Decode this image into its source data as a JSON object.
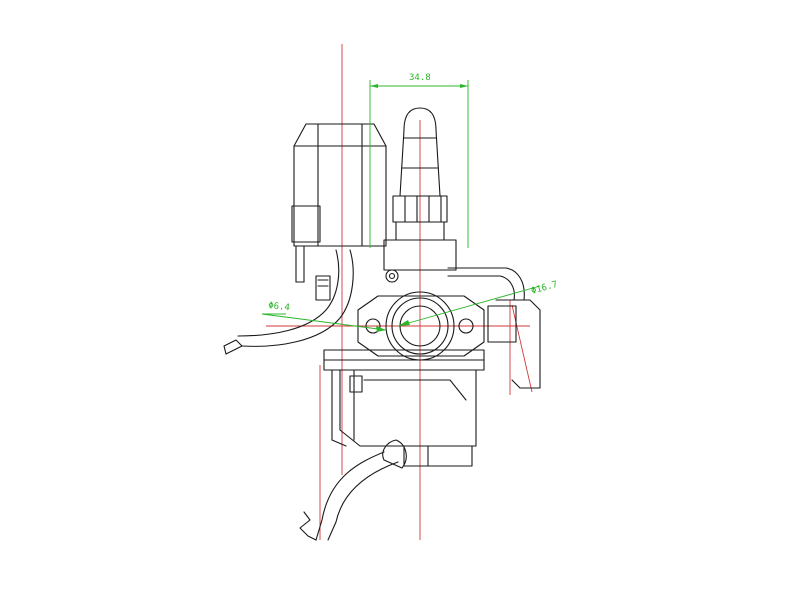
{
  "drawing": {
    "dimensions": {
      "width_label": "34.8",
      "left_bore_label": "Φ6.4",
      "right_bore_label": "Φ16.7"
    }
  }
}
